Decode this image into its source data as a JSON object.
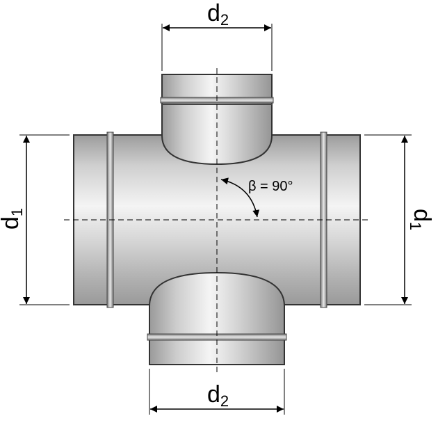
{
  "labels": {
    "top_diameter": {
      "main": "d",
      "sub": "2"
    },
    "bottom_diameter": {
      "main": "d",
      "sub": "2"
    },
    "left_diameter": {
      "main": "d",
      "sub": "1"
    },
    "right_diameter": {
      "main": "d",
      "sub": "1"
    },
    "angle": "β = 90°"
  },
  "colors": {
    "background": "#ffffff",
    "metal_dark": "#9a9a9a",
    "metal_light": "#f2f2f2",
    "outline": "#333333",
    "dimension_line": "#000000"
  }
}
